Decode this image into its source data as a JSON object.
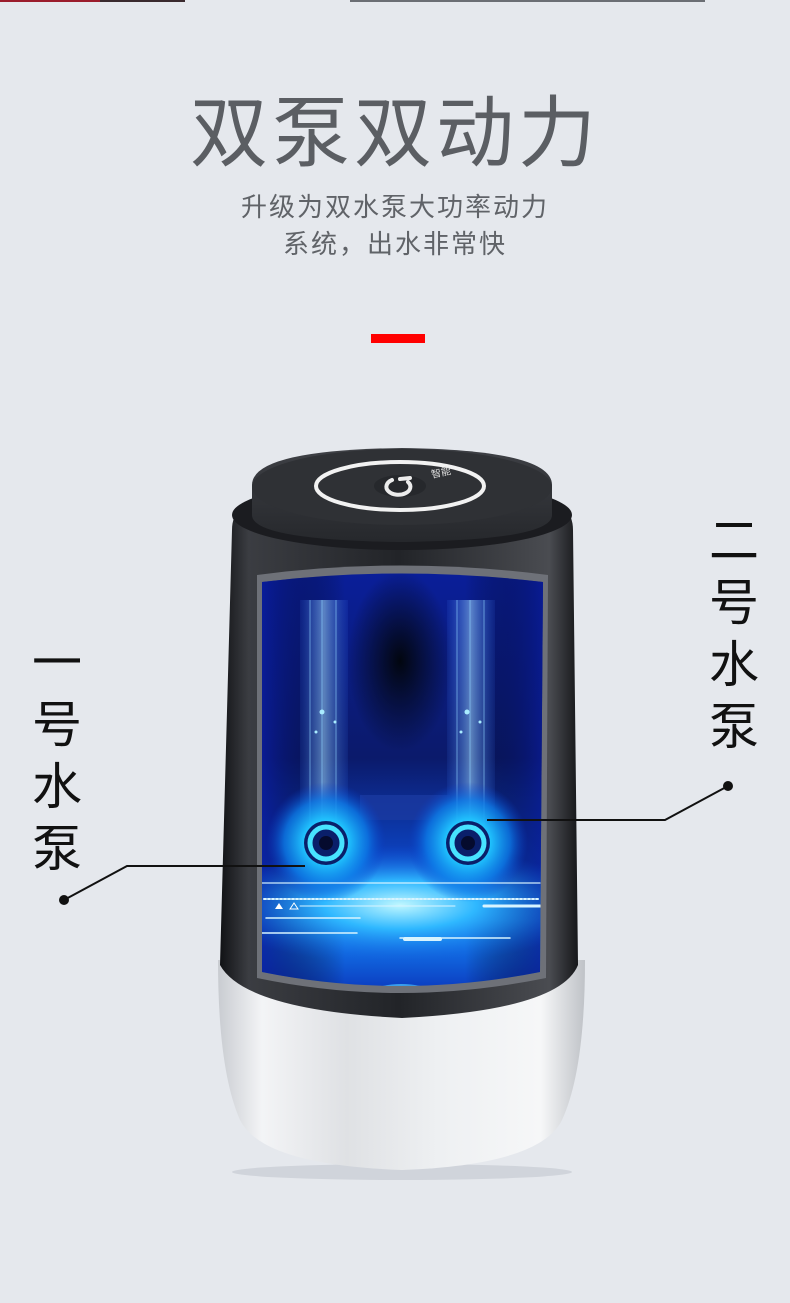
{
  "header": {
    "title": "双泵双动力",
    "subtitle_line1": "升级为双水泵大功率动力",
    "subtitle_line2": "系统，出水非常快"
  },
  "labels": {
    "pump_one": [
      "一",
      "号",
      "水",
      "泵"
    ],
    "pump_two": [
      "二",
      "号",
      "水",
      "泵"
    ]
  },
  "product": {
    "power_button_icon": "power-icon",
    "cap_text": "智能"
  },
  "colors": {
    "background": "#e5e8ed",
    "title_text": "#5b5e63",
    "accent": "#ff0000",
    "label_text": "#111111",
    "glow_blue": "#1ec8ff",
    "body_black": "#202226"
  }
}
